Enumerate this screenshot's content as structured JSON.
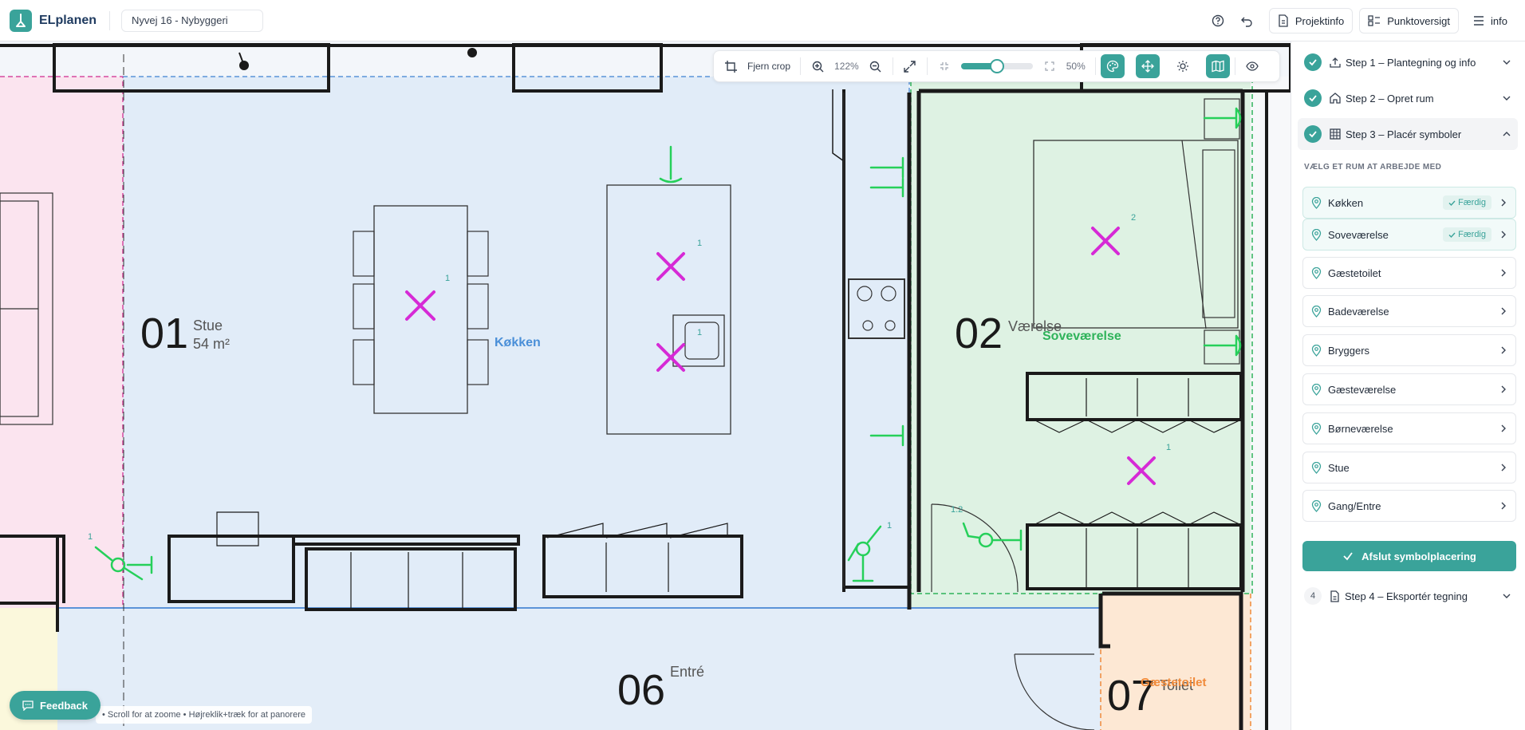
{
  "app": {
    "name": "ELplanen"
  },
  "project": {
    "name": "Nyvej 16 - Nybyggeri"
  },
  "header": {
    "projektinfo_label": "Projektinfo",
    "punktoversigt_label": "Punktoversigt",
    "info_label": "info"
  },
  "toolbar": {
    "crop_label": "Fjern crop",
    "zoom_value": "122%",
    "opacity_value": "50%",
    "opacity_fraction": 0.5
  },
  "plan": {
    "rooms": [
      {
        "number": "01",
        "name": "Stue",
        "area": "54 m²"
      },
      {
        "number": "02",
        "name": "Værelse"
      },
      {
        "number": "06",
        "name": "Entré"
      },
      {
        "number": "07",
        "name": "Toilet"
      }
    ],
    "overlay_labels": {
      "kitchen": "Køkken",
      "bedroom": "Soveværelse",
      "guest_toilet": "Gæstetoilet"
    },
    "symbol_counts": [
      "1",
      "1",
      "1",
      "2",
      "1",
      "1",
      "1",
      "1.2"
    ]
  },
  "colors": {
    "accent": "#3aa39a",
    "kitchen_zone": "#e1ecf8",
    "bedroom_zone": "#def2e3",
    "living_zone": "#fbe4ef",
    "toilet_zone": "#fde8d4",
    "entry_zone": "#fbf8dc",
    "symbol_magenta": "#d62ad6",
    "symbol_green": "#26d05a"
  },
  "steps": [
    {
      "label": "Step 1 – Plantegning og info",
      "done": true
    },
    {
      "label": "Step 2 – Opret rum",
      "done": true
    },
    {
      "label": "Step 3 – Placér symboler",
      "done": true
    },
    {
      "label": "Step 4 – Eksportér tegning",
      "number": "4"
    }
  ],
  "step3": {
    "section_label": "VÆLG ET RUM AT ARBEJDE MED",
    "rooms": [
      {
        "label": "Køkken",
        "badge": "Færdig"
      },
      {
        "label": "Soveværelse",
        "badge": "Færdig"
      },
      {
        "label": "Gæstetoilet"
      },
      {
        "label": "Badeværelse"
      },
      {
        "label": "Bryggers"
      },
      {
        "label": "Gæsteværelse"
      },
      {
        "label": "Børneværelse"
      },
      {
        "label": "Stue"
      },
      {
        "label": "Gang/Entre"
      }
    ],
    "finish_label": "Afslut symbolplacering"
  },
  "footer": {
    "feedback_label": "Feedback",
    "hint": "• Scroll for at zoome • Højreklik+træk for at panorere"
  }
}
